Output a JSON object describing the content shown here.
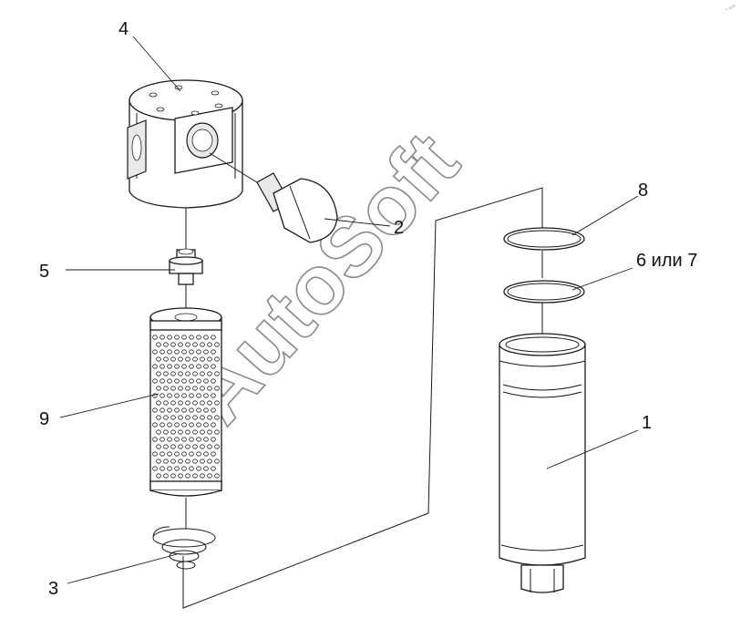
{
  "callouts": {
    "c1": "1",
    "c2": "2",
    "c3": "3",
    "c4": "4",
    "c5": "5",
    "c6": "6 или 7",
    "c8": "8",
    "c9": "9"
  },
  "watermark": "AutoSoft",
  "corner_mark": "° ᵃᵘᵗᵒ"
}
